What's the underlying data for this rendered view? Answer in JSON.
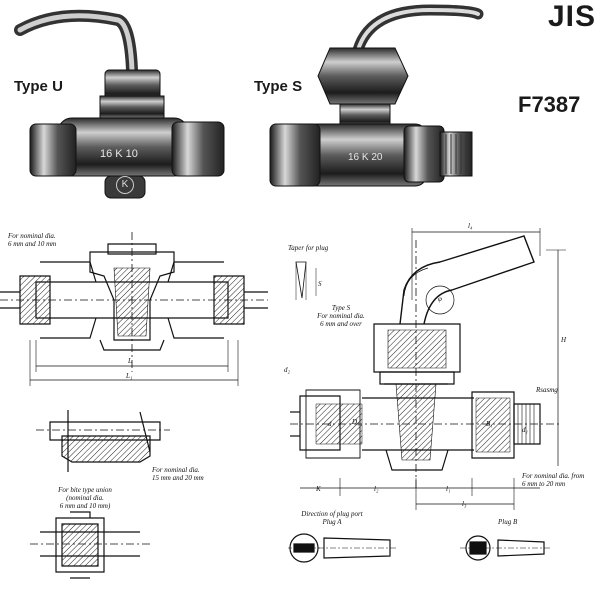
{
  "header": {
    "standard": "JIS",
    "code": "F7387",
    "type_u": "Type U",
    "type_s": "Type S"
  },
  "photo_markings": {
    "u_body": "16 K 10",
    "u_logo": "K",
    "s_body": "16 K 20"
  },
  "labels": {
    "dia_6_10": [
      "For nominal dia.",
      "6 mm and 10 mm"
    ],
    "dia_15_20": [
      "For nominal dia.",
      "15 mm and 20 mm"
    ],
    "bite_union": [
      "For bite type union",
      "(nominal dia.",
      "6 mm and 10 mm)"
    ],
    "taper": "Taper for plug",
    "type_s_note": [
      "Type S",
      "For nominal dia.",
      "6 mm and over"
    ],
    "dia_6_20": [
      "For nominal dia. from",
      "6 mm to 20 mm"
    ],
    "direction": "Direction of plug port",
    "plug_a": "Plug A",
    "plug_b": "Plug B"
  },
  "dims": {
    "l": "L",
    "l1": "L₁",
    "l4": "l₄",
    "H": "H",
    "d2": "d₂",
    "K": "K",
    "l2": "l₂",
    "l1s": "l₁",
    "l3": "l₃",
    "B": "B",
    "ds": "dₛ",
    "d": "d",
    "D1": "D₁",
    "B1": "B₁",
    "d1": "d₁",
    "A": "A",
    "s": "S",
    "phi": "φ",
    "sp": "s",
    "thread": "Rsasmg"
  }
}
